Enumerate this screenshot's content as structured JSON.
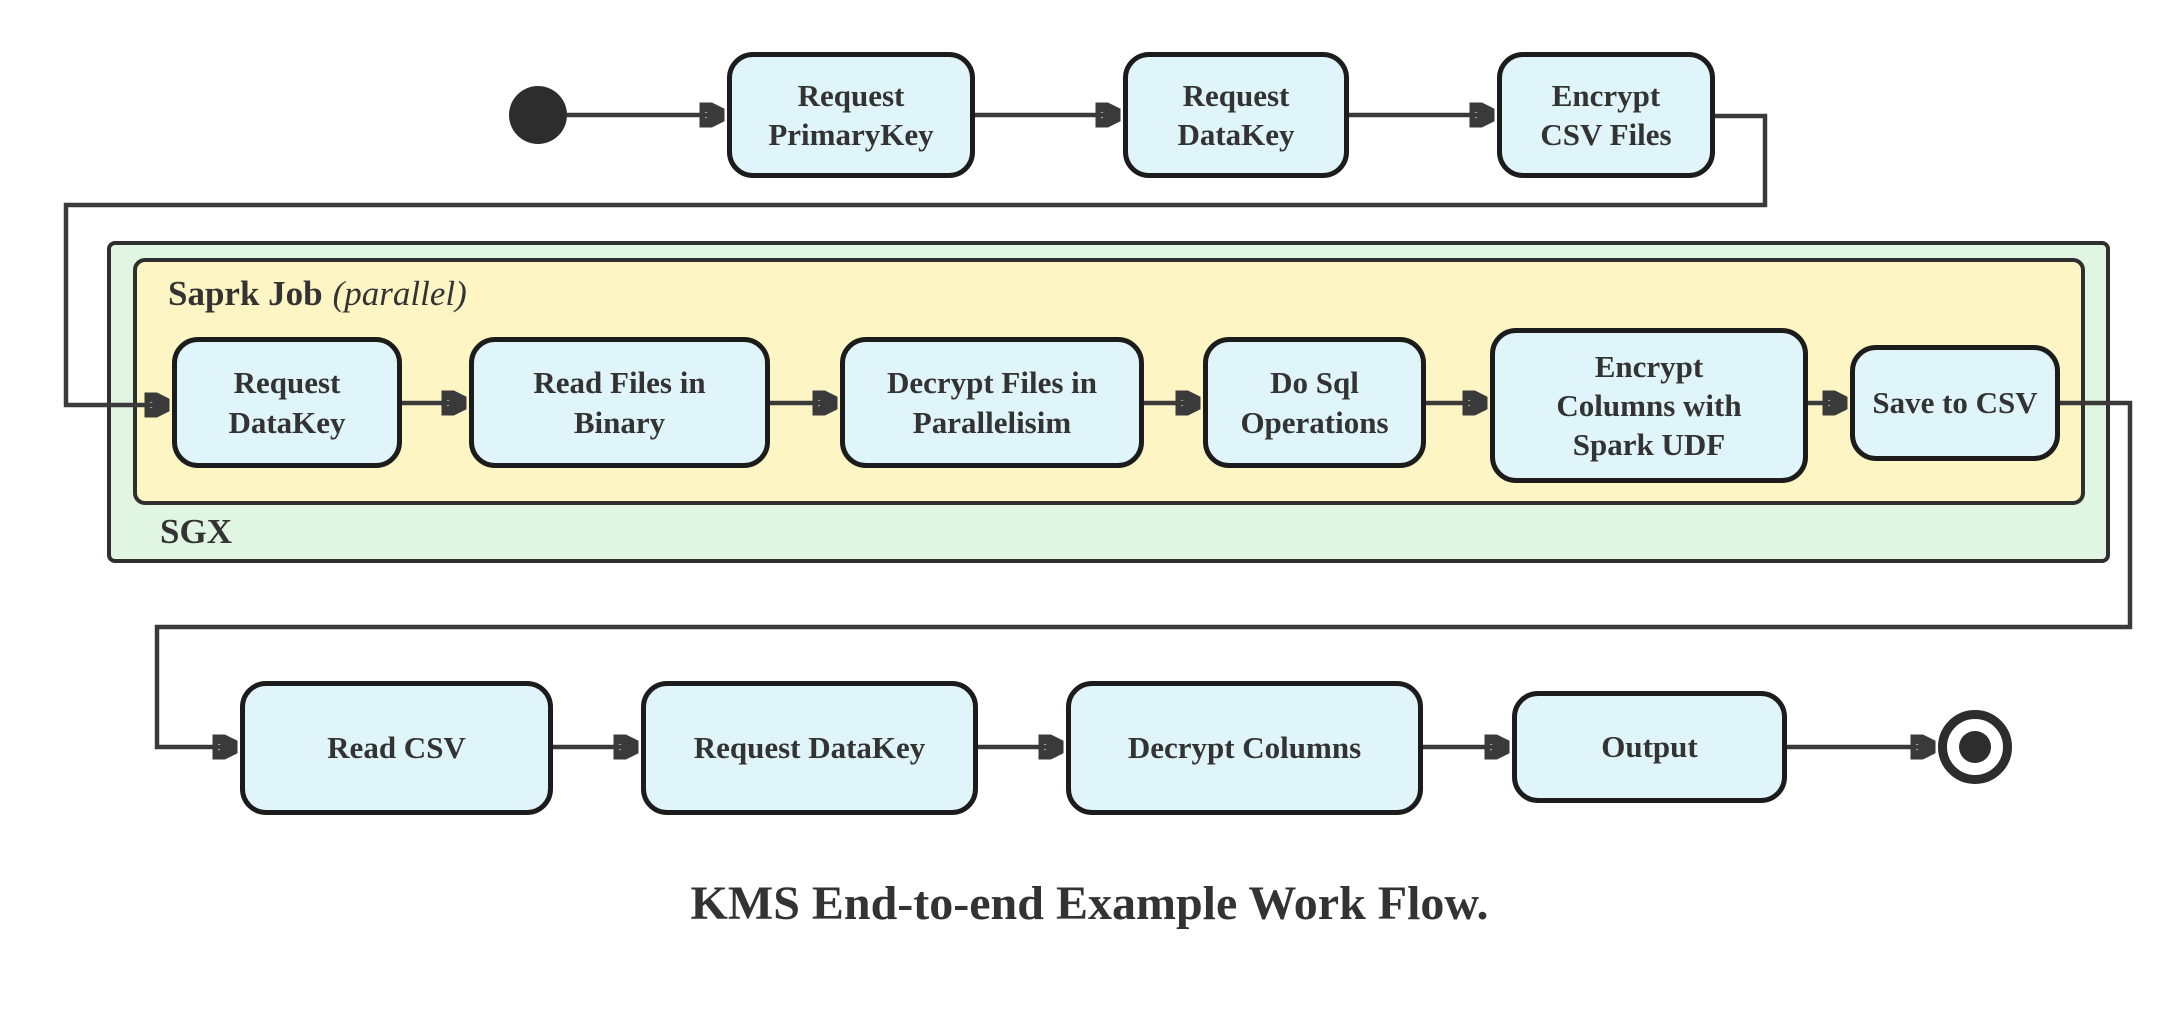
{
  "caption": "KMS End-to-end Example Work Flow.",
  "colors": {
    "node_fill": "#e0f5f9",
    "node_border": "#1c1c1c",
    "connector": "#3a3a3a",
    "sgx_container_fill": "#e1f6e2",
    "spark_container_fill": "#fdf6c4",
    "container_border": "#2f2f2f",
    "text": "#333333"
  },
  "containers": {
    "sgx": {
      "label": "SGX"
    },
    "spark": {
      "label": "Saprk Job",
      "annotation": "(parallel)"
    }
  },
  "top_flow": {
    "nodes": [
      {
        "label": "Request\nPrimaryKey"
      },
      {
        "label": "Request\nDataKey"
      },
      {
        "label": "Encrypt\nCSV Files"
      }
    ]
  },
  "spark_flow": {
    "nodes": [
      {
        "label": "Request\nDataKey"
      },
      {
        "label": "Read Files in\nBinary"
      },
      {
        "label": "Decrypt Files in\nParallelisim"
      },
      {
        "label": "Do Sql\nOperations"
      },
      {
        "label": "Encrypt\nColumns with\nSpark UDF"
      },
      {
        "label": "Save to CSV"
      }
    ]
  },
  "bottom_flow": {
    "nodes": [
      {
        "label": "Read CSV"
      },
      {
        "label": "Request DataKey"
      },
      {
        "label": "Decrypt Columns"
      },
      {
        "label": "Output"
      }
    ]
  }
}
